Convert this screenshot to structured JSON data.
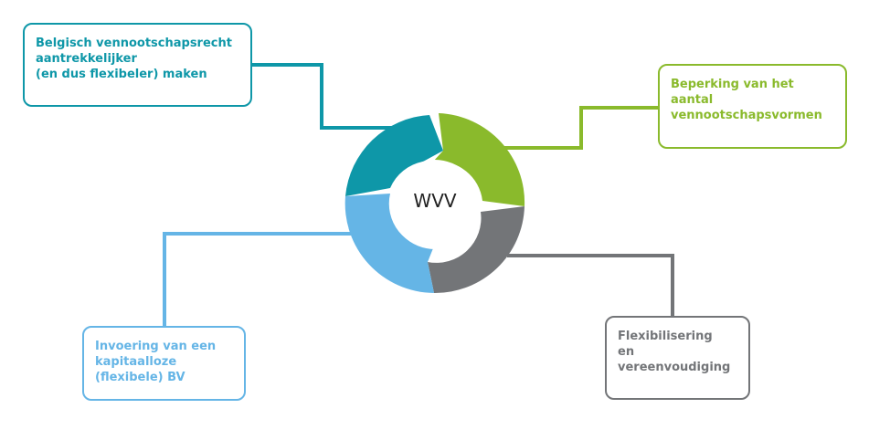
{
  "center": {
    "label": "WVV"
  },
  "colors": {
    "teal": "#0e97a8",
    "green": "#8aba2c",
    "gray": "#737578",
    "light_blue": "#65b5e6"
  },
  "boxes": {
    "top_left": {
      "lines": [
        "Belgisch vennootschapsrecht",
        "aantrekkelijker",
        "(en dus flexibeler) maken"
      ],
      "color": "teal"
    },
    "top_right": {
      "lines": [
        "Beperking van het",
        "aantal",
        "vennootschapsvormen"
      ],
      "color": "green"
    },
    "bottom_right": {
      "lines": [
        "Flexibilisering",
        "en",
        "vereenvoudiging"
      ],
      "color": "gray"
    },
    "bottom_left": {
      "lines": [
        "Invoering van een",
        "kapitaalloze",
        "(flexibele) BV"
      ],
      "color": "light_blue"
    }
  }
}
